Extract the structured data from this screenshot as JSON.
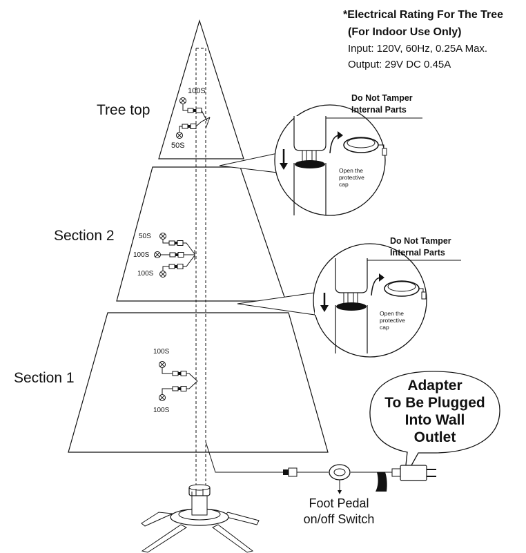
{
  "rating": {
    "title": "*Electrical Rating For The Tree",
    "subtitle": "(For Indoor Use Only)",
    "input": "Input: 120V, 60Hz, 0.25A Max.",
    "output": "Output: 29V DC 0.45A"
  },
  "sections": {
    "top": "Tree top",
    "section2": "Section 2",
    "section1": "Section 1"
  },
  "wire_labels": {
    "top_upper": "100S",
    "top_lower": "50S",
    "s2_first": "50S",
    "s2_second": "100S",
    "s2_third": "100S",
    "s1_upper": "100S",
    "s1_lower": "100S"
  },
  "callouts": [
    {
      "warning_line1": "Do Not Tamper",
      "warning_line2": "Internal Parts",
      "cap_line1": "Open the",
      "cap_line2": "protective",
      "cap_line3": "cap"
    },
    {
      "warning_line1": "Do Not Tamper",
      "warning_line2": "Internal Parts",
      "cap_line1": "Open the",
      "cap_line2": "protective",
      "cap_line3": "cap"
    }
  ],
  "adapter_bubble": {
    "line1": "Adapter",
    "line2": "To Be Plugged",
    "line3": "Into Wall",
    "line4": "Outlet"
  },
  "foot_pedal": {
    "line1": "Foot Pedal",
    "line2": "on/off Switch"
  }
}
